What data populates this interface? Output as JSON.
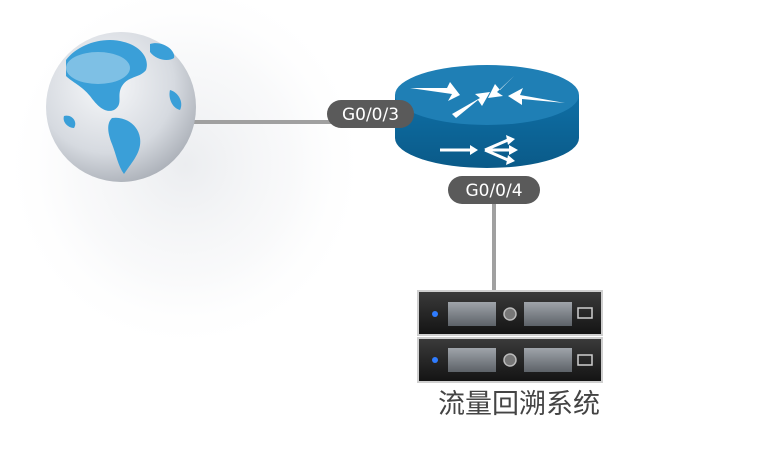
{
  "colors": {
    "router_body": "#0e6ba0",
    "router_top": "#1f7fb5",
    "link": "#a0a0a0",
    "port_badge": "#5a5a5a",
    "server_chassis": "#2a2a2a",
    "server_led": "#2f7cff",
    "globe_ocean": "#d8dde4",
    "globe_land": "#3a9fd8"
  },
  "nodes": {
    "internet": {
      "icon": "globe-icon"
    },
    "router": {
      "icon": "router-icon"
    },
    "server": {
      "icon": "rack-server-icon",
      "label": "流量回溯系统"
    }
  },
  "links": {
    "internet_router": {
      "port_label": "G0/0/3"
    },
    "router_server": {
      "port_label": "G0/0/4"
    }
  }
}
